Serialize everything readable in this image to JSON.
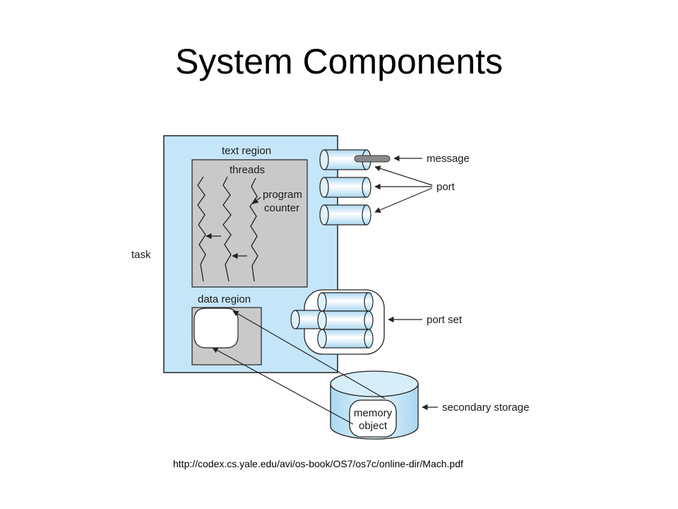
{
  "title": "System Components",
  "diagram": {
    "labels": {
      "task": "task",
      "text_region": "text region",
      "threads": "threads",
      "program_counter_line1": "program",
      "program_counter_line2": "counter",
      "data_region": "data region",
      "message": "message",
      "port": "port",
      "port_set": "port set",
      "secondary_storage": "secondary storage",
      "memory_object_line1": "memory",
      "memory_object_line2": "object"
    },
    "colors": {
      "task_fill": "#c5e6f8",
      "region_fill": "#c9c9c9",
      "port_fill": "#dff1fb",
      "message_fill": "#8a8a8a",
      "line": "#222222"
    }
  },
  "footer": {
    "url": "http://codex.cs.yale.edu/avi/os-book/OS7/os7c/online-dir/Mach.pdf"
  }
}
